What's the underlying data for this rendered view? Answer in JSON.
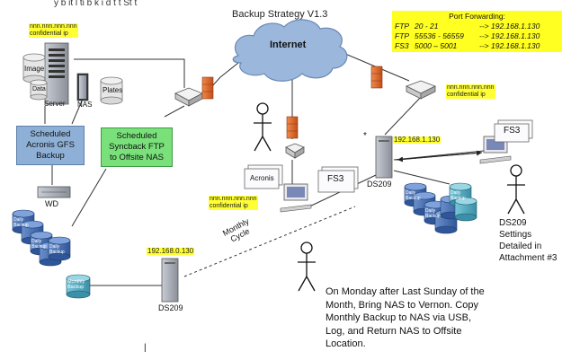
{
  "title": "Backup Strategy V1.3",
  "header_fragment": "y   b   it   l   ti   b k   i  d  t   t   St  t",
  "internet": "Internet",
  "port_forwarding": {
    "title": "Port Forwarding:",
    "rows": [
      {
        "proto": "FTP",
        "ports": "20  -  21",
        "target": "--> 192.168.1.130"
      },
      {
        "proto": "FTP",
        "ports": "55536  -  56559",
        "target": "--> 192.168.1.130"
      },
      {
        "proto": "FS3",
        "ports": "5000 – 5001",
        "target": "--> 192.168.1.130"
      }
    ]
  },
  "ips": {
    "server_conf": "nnn.nnn.nnn.nnn\nconfidential ip",
    "right_conf": "nnn.nnn.nnn.nnn\nconfidential ip",
    "center_conf": "nnn.nnn.nnn.nnn\nconfidential ip",
    "ds209_right": "192.168.1.130",
    "ds209_left": "192.168.0.130"
  },
  "labels": {
    "image": "Image",
    "data": "Data",
    "server": "Server",
    "nas": "NAS",
    "plates": "Plates",
    "acronis_box": "Scheduled\nAcronis GFS\nBackup",
    "syncback_box": "Scheduled\nSyncback FTP\nto Offsite NAS",
    "wd": "WD",
    "acronis": "Acronis",
    "fs3_center": "FS3",
    "fs3_right": "FS3",
    "ds209_right": "DS209",
    "ds209_left": "DS209",
    "monthly_cycle": "Monthly\nCycle",
    "monthly_backup": "Monthly\nBackup",
    "daily_backup": "Daily\nBackup",
    "settings": "DS209\nSettings\nDetailed in\nAttachment #3",
    "instructions": "On Monday after Last Sunday of the\nMonth, Bring NAS to Vernon. Copy\nMonthly Backup to NAS via USB,\nLog, and Return NAS to Offsite\nLocation.",
    "star": "*",
    "bar": "|"
  },
  "colors": {
    "cloud": "#9bb7dc",
    "yellow": "#ffff33",
    "green_box": "#79e07a",
    "blue_box": "#8fb0d6",
    "firewall": "#e06a2a",
    "drum": "#4f78b8"
  }
}
